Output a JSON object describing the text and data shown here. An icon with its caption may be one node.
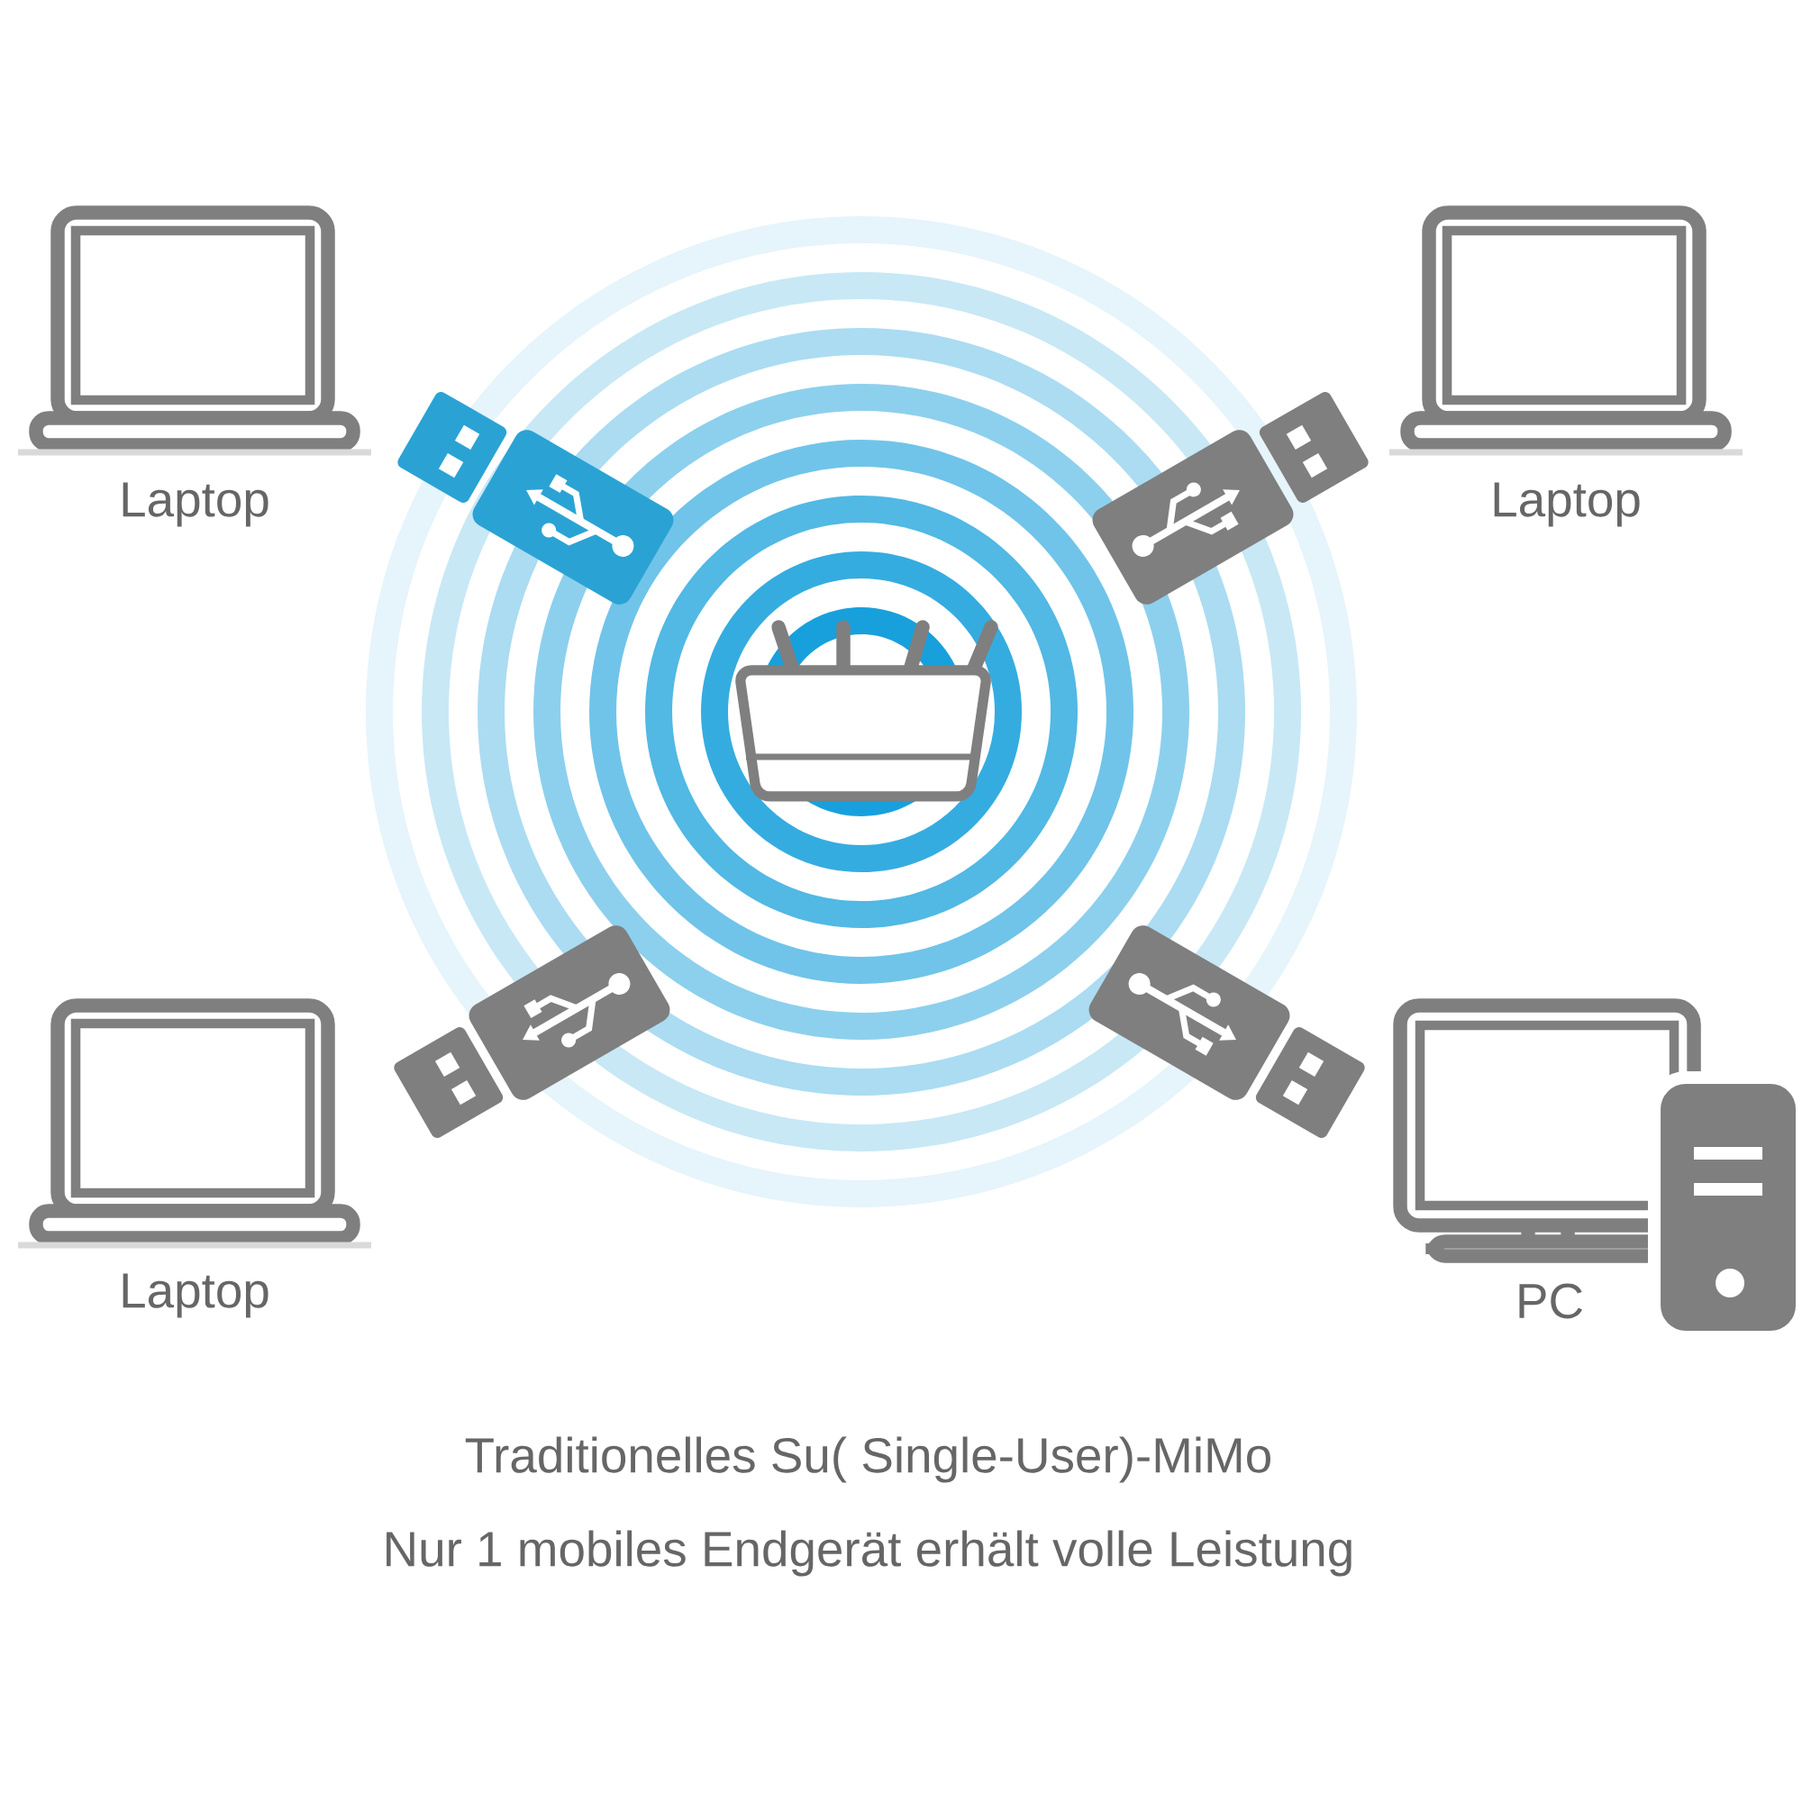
{
  "diagram": {
    "nodes": [
      {
        "text": [
          "Laptop"
        ]
      },
      {
        "text": [
          "Laptop"
        ]
      },
      {
        "text": [
          "Laptop"
        ]
      },
      {
        "text": [
          "PC"
        ]
      }
    ],
    "labels": [
      "Traditionelles Su( Single-User)-MiMo",
      "Nur 1 mobiles Endgerät erhält volle Leistung"
    ]
  }
}
